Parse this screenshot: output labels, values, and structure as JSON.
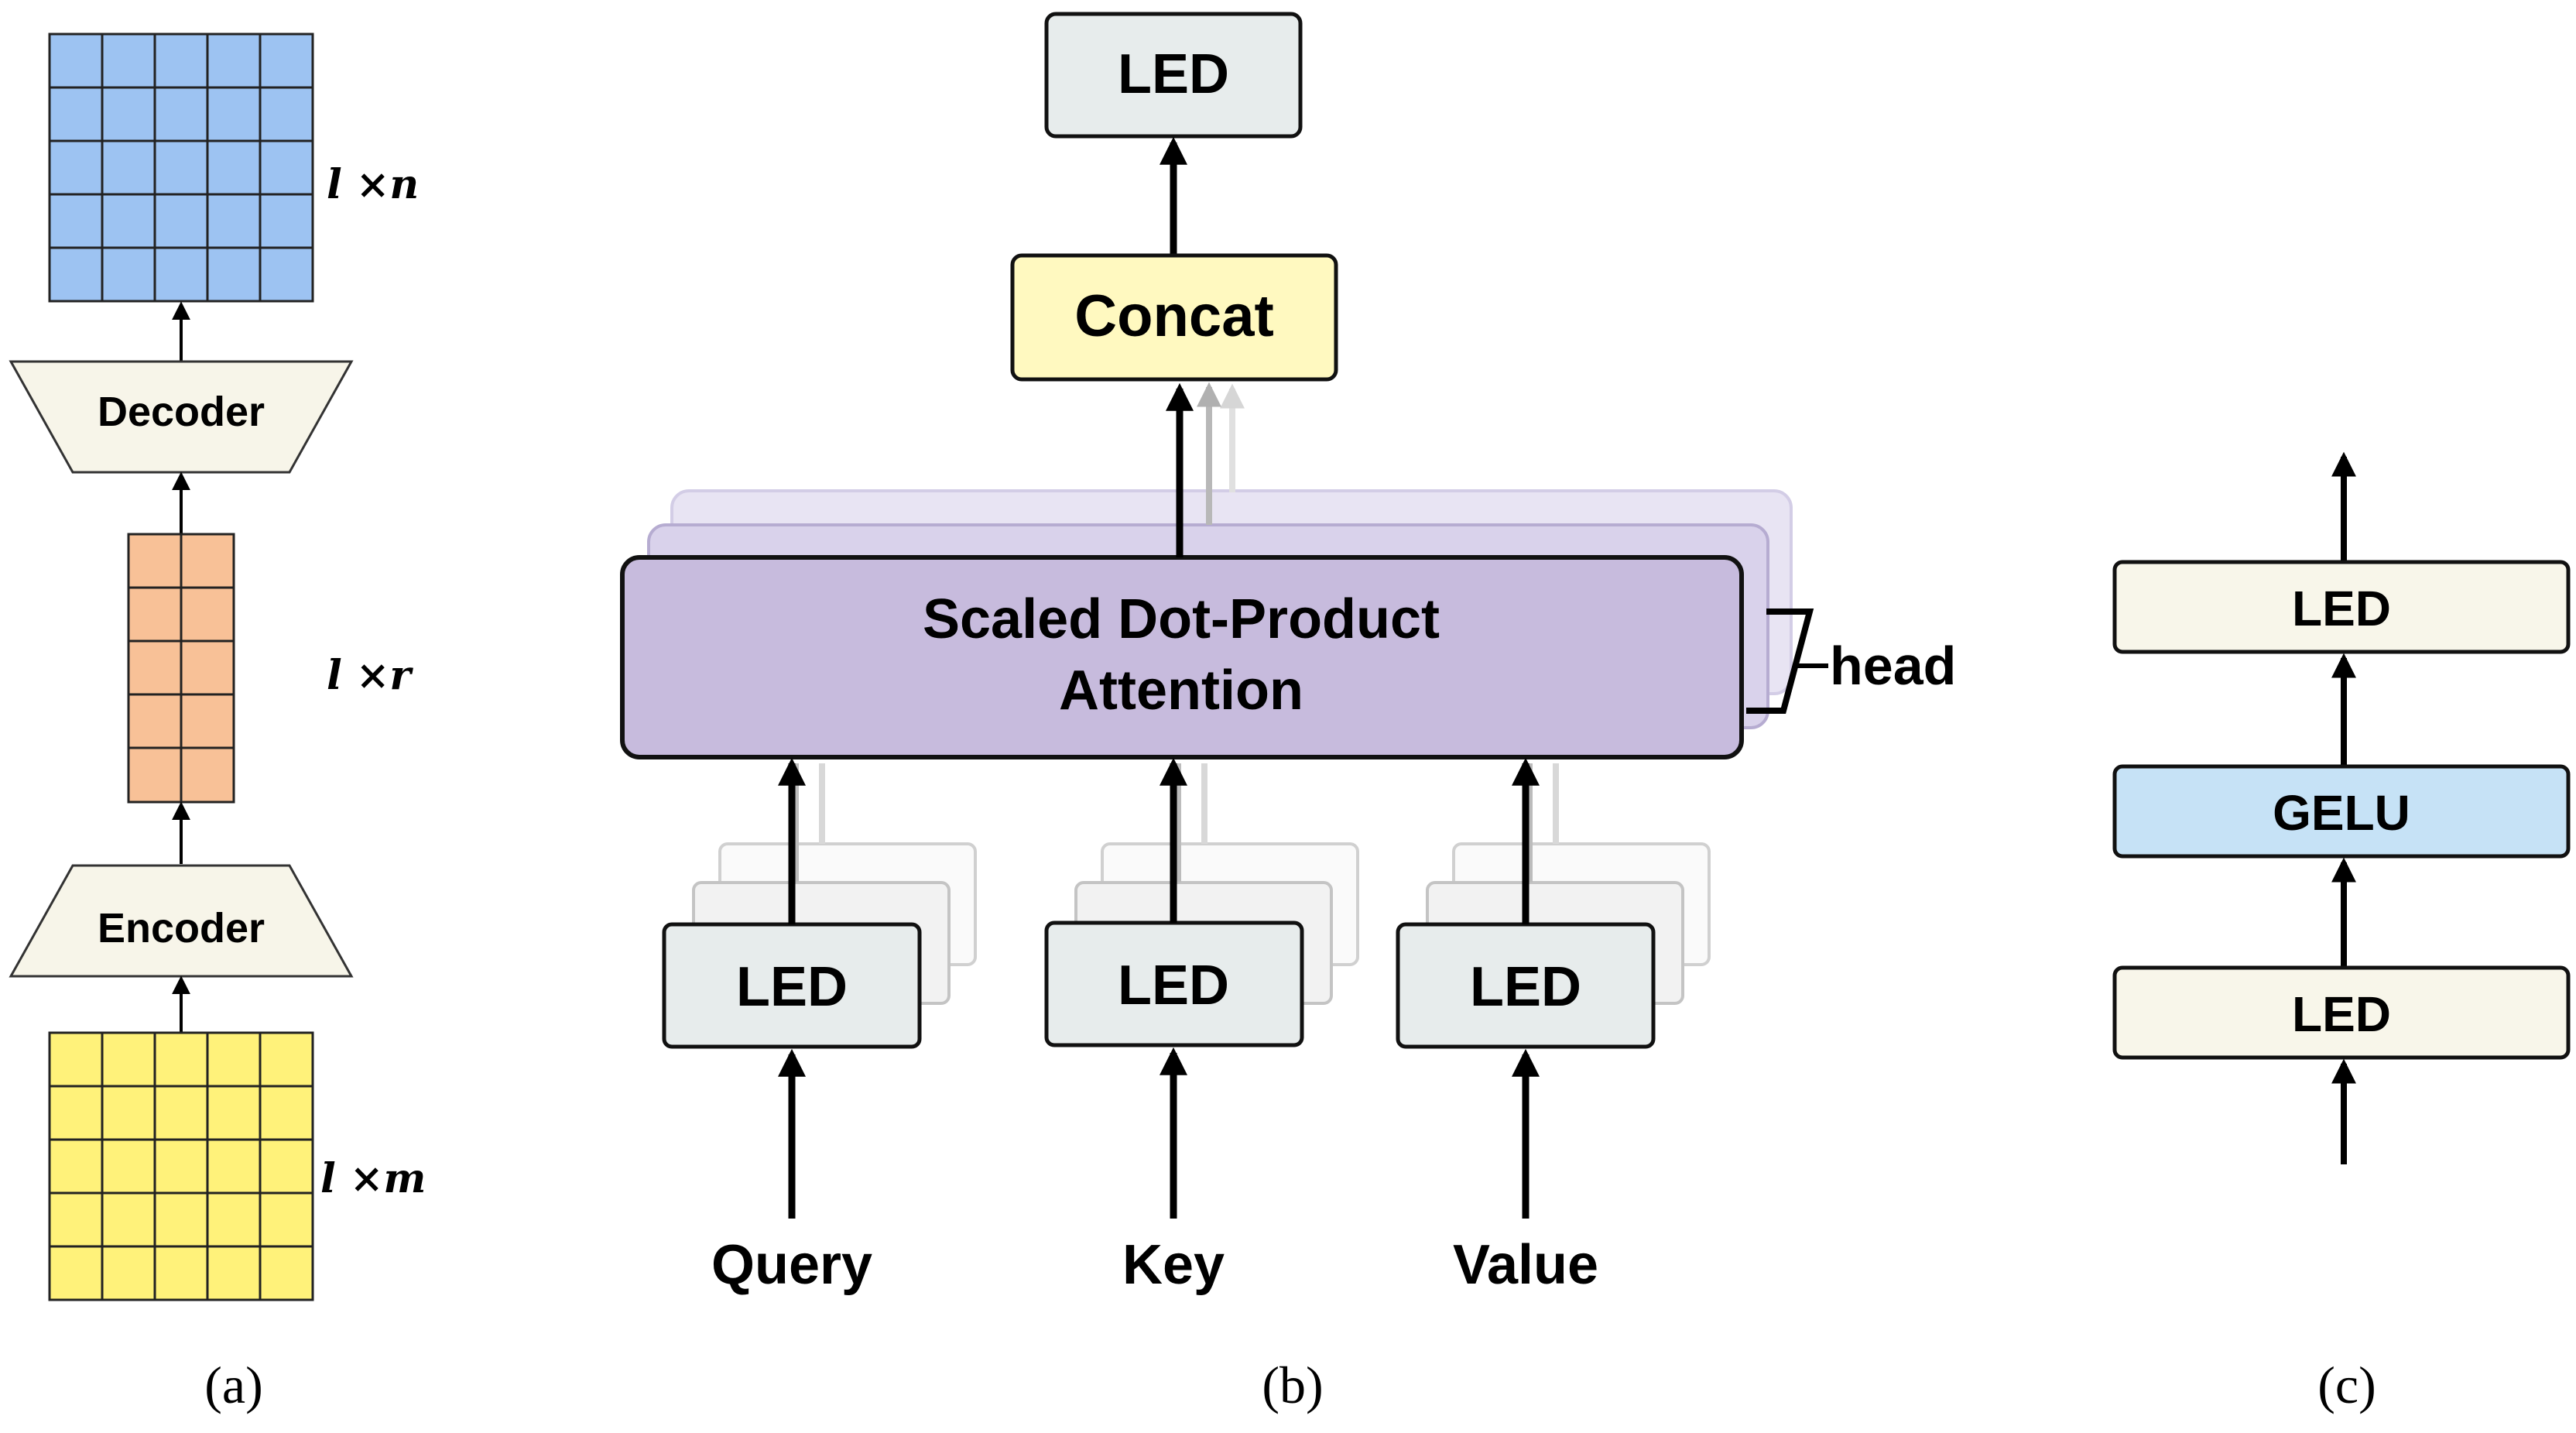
{
  "colors": {
    "blue_grid": "#9DC3F2",
    "orange_grid": "#F8C197",
    "yellow_grid": "#FFF27A",
    "trapezoid_fill": "#F7F5E9",
    "led_gray": "#E7ECEC",
    "concat_yellow": "#FFF9C0",
    "attention_purple": "#C7BBDD",
    "attention_shadow": "#D9D2EB",
    "ffn_cream": "#F8F6EA",
    "gelu_blue": "#C6E2F6",
    "stroke": "#000000"
  },
  "panel_a": {
    "label": "(a)",
    "top_matrix_dim": "l ×n",
    "middle_matrix_dim": "l ×r",
    "bottom_matrix_dim": "l ×m",
    "decoder_label": "Decoder",
    "encoder_label": "Encoder"
  },
  "panel_b": {
    "label": "(b)",
    "output_label": "LED",
    "concat_label": "Concat",
    "attention_line1": "Scaled Dot-Product",
    "attention_line2": "Attention",
    "head_label": "head",
    "inputs": [
      {
        "led": "LED",
        "name": "Query"
      },
      {
        "led": "LED",
        "name": "Key"
      },
      {
        "led": "LED",
        "name": "Value"
      }
    ]
  },
  "panel_c": {
    "label": "(c)",
    "top_led": "LED",
    "activation": "GELU",
    "bottom_led": "LED"
  }
}
